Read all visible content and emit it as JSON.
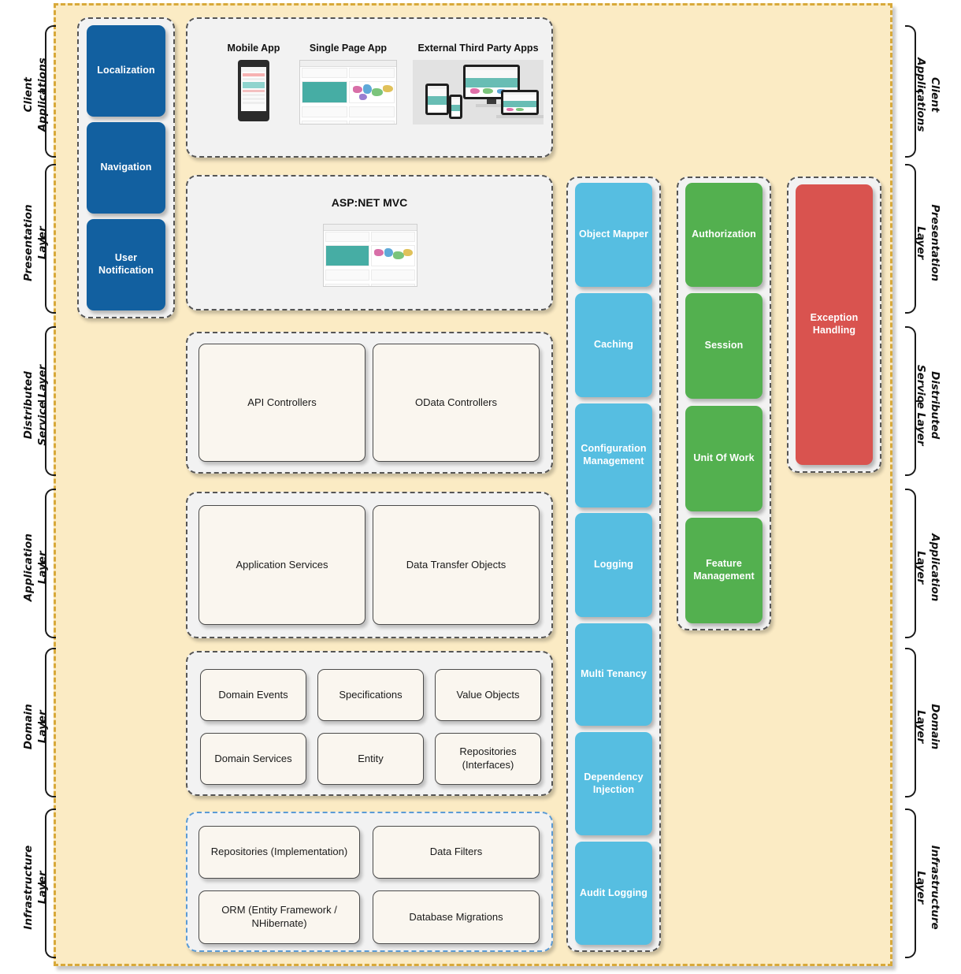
{
  "diagram": {
    "title": "Layered Application Architecture",
    "colors": {
      "canvas": "#FBEBC4",
      "canvas_border": "#D8A93A",
      "group_fill": "#F2F2F2",
      "group_border": "#555555",
      "infrastructure_group_border": "#5B9BD5",
      "box_fill": "#FAF6EF",
      "navy": "#1260A0",
      "sky": "#56BEE1",
      "green": "#53B04F",
      "red": "#D9534F"
    }
  },
  "left_layers": [
    {
      "label": "Client\nApplications"
    },
    {
      "label": "Presentation\nLayer"
    },
    {
      "label": "Distributed\nService Layer"
    },
    {
      "label": "Application\nLayer"
    },
    {
      "label": "Domain\nLayer"
    },
    {
      "label": "Infrastructure\nLayer"
    }
  ],
  "right_layers": [
    {
      "label": "Client\nApplications"
    },
    {
      "label": "Presentation\nLayer"
    },
    {
      "label": "Distributed\nService Layer"
    },
    {
      "label": "Application\nLayer"
    },
    {
      "label": "Domain\nLayer"
    },
    {
      "label": "Infrastructure\nLayer"
    }
  ],
  "left_column_cards": [
    {
      "label": "Localization",
      "color": "navy"
    },
    {
      "label": "Navigation",
      "color": "navy"
    },
    {
      "label": "User\nNotification",
      "color": "navy"
    }
  ],
  "client_applications": {
    "items": [
      {
        "caption": "Mobile App",
        "icon": "mobile-phone-mockup"
      },
      {
        "caption": "Single Page App",
        "icon": "browser-dashboard-mockup"
      },
      {
        "caption": "External Third Party Apps",
        "icon": "multi-device-mockup"
      }
    ]
  },
  "presentation": {
    "title": "ASP:NET MVC",
    "icon": "browser-dashboard-mockup"
  },
  "distributed_service_layer": {
    "boxes": [
      {
        "label": "API Controllers"
      },
      {
        "label": "OData Controllers"
      }
    ]
  },
  "application_layer": {
    "boxes": [
      {
        "label": "Application Services"
      },
      {
        "label": "Data Transfer Objects"
      }
    ]
  },
  "domain_layer": {
    "boxes": [
      {
        "label": "Domain Events"
      },
      {
        "label": "Specifications"
      },
      {
        "label": "Value Objects"
      },
      {
        "label": "Domain Services"
      },
      {
        "label": "Entity"
      },
      {
        "label": "Repositories\n(Interfaces)"
      }
    ]
  },
  "infrastructure_layer": {
    "boxes": [
      {
        "label": "Repositories (Implementation)"
      },
      {
        "label": "Data Filters"
      },
      {
        "label": "ORM (Entity Framework /\nNHibernate)"
      },
      {
        "label": "Database Migrations"
      }
    ]
  },
  "sky_column_cards": [
    {
      "label": "Object Mapper",
      "color": "sky"
    },
    {
      "label": "Caching",
      "color": "sky"
    },
    {
      "label": "Configuration\nManagement",
      "color": "sky"
    },
    {
      "label": "Logging",
      "color": "sky"
    },
    {
      "label": "Multi Tenancy",
      "color": "sky"
    },
    {
      "label": "Dependency\nInjection",
      "color": "sky"
    },
    {
      "label": "Audit Logging",
      "color": "sky"
    }
  ],
  "green_column_cards": [
    {
      "label": "Authorization",
      "color": "green"
    },
    {
      "label": "Session",
      "color": "green"
    },
    {
      "label": "Unit Of Work",
      "color": "green"
    },
    {
      "label": "Feature\nManagement",
      "color": "green"
    }
  ],
  "red_column_cards": [
    {
      "label": "Exception\nHandling",
      "color": "red"
    }
  ]
}
